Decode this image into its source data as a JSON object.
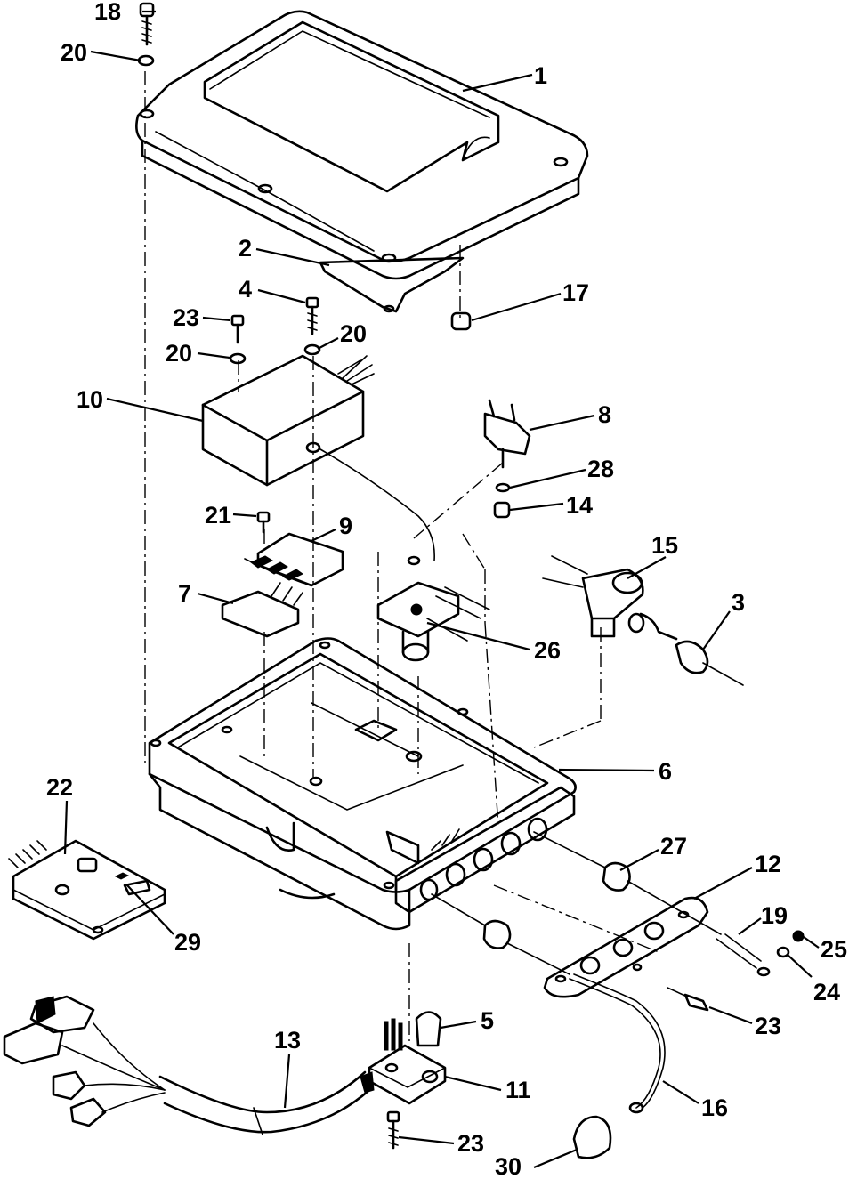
{
  "callouts": [
    {
      "id": "c1",
      "text": "1"
    },
    {
      "id": "c2",
      "text": "2"
    },
    {
      "id": "c3",
      "text": "3"
    },
    {
      "id": "c4",
      "text": "4"
    },
    {
      "id": "c5",
      "text": "5"
    },
    {
      "id": "c6",
      "text": "6"
    },
    {
      "id": "c7",
      "text": "7"
    },
    {
      "id": "c8",
      "text": "8"
    },
    {
      "id": "c9",
      "text": "9"
    },
    {
      "id": "c10",
      "text": "10"
    },
    {
      "id": "c11",
      "text": "11"
    },
    {
      "id": "c12",
      "text": "12"
    },
    {
      "id": "c13",
      "text": "13"
    },
    {
      "id": "c14",
      "text": "14"
    },
    {
      "id": "c15",
      "text": "15"
    },
    {
      "id": "c16",
      "text": "16"
    },
    {
      "id": "c17",
      "text": "17"
    },
    {
      "id": "c18",
      "text": "18"
    },
    {
      "id": "c19",
      "text": "19"
    },
    {
      "id": "c20a",
      "text": "20"
    },
    {
      "id": "c20b",
      "text": "20"
    },
    {
      "id": "c20c",
      "text": "20"
    },
    {
      "id": "c21",
      "text": "21"
    },
    {
      "id": "c22",
      "text": "22"
    },
    {
      "id": "c23a",
      "text": "23"
    },
    {
      "id": "c23b",
      "text": "23"
    },
    {
      "id": "c23c",
      "text": "23"
    },
    {
      "id": "c24",
      "text": "24"
    },
    {
      "id": "c25",
      "text": "25"
    },
    {
      "id": "c26",
      "text": "26"
    },
    {
      "id": "c27",
      "text": "27"
    },
    {
      "id": "c28",
      "text": "28"
    },
    {
      "id": "c29",
      "text": "29"
    },
    {
      "id": "c30",
      "text": "30"
    }
  ]
}
